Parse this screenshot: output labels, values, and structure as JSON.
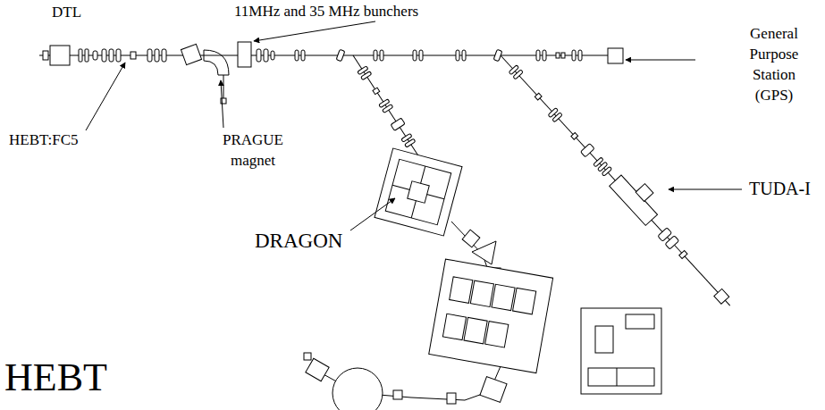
{
  "diagram": {
    "title": "HEBT",
    "labels": [
      "DTL",
      "11MHz and 35 MHz bunchers",
      "General Purpose Station (GPS)",
      "HEBT:FC5",
      "PRAGUE magnet",
      "DRAGON",
      "TUDA-I"
    ]
  }
}
